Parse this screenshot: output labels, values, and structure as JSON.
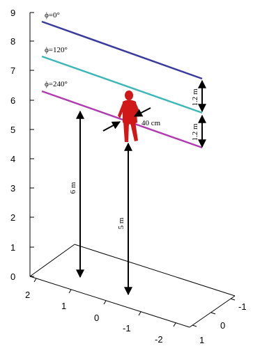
{
  "z_axis_ticks": [
    "0",
    "1",
    "2",
    "3",
    "4",
    "5",
    "6",
    "7",
    "8",
    "9"
  ],
  "x_axis_ticks": [
    "2",
    "1",
    "0",
    "-1",
    "-2"
  ],
  "y_axis_ticks": [
    "-1",
    "0",
    "1"
  ],
  "phases": [
    {
      "label": "ϕ=0°",
      "color": "#3b3b9f"
    },
    {
      "label": "ϕ=120°",
      "color": "#3fb7b7"
    },
    {
      "label": "ϕ=240°",
      "color": "#b03cb0"
    }
  ],
  "annotations": {
    "spacing_top": "1.2 m",
    "spacing_bottom": "1.2 m",
    "body_width": "40 cm",
    "height_lowest": "6 m",
    "height_feet": "5 m"
  },
  "figure_color": "#d01818"
}
